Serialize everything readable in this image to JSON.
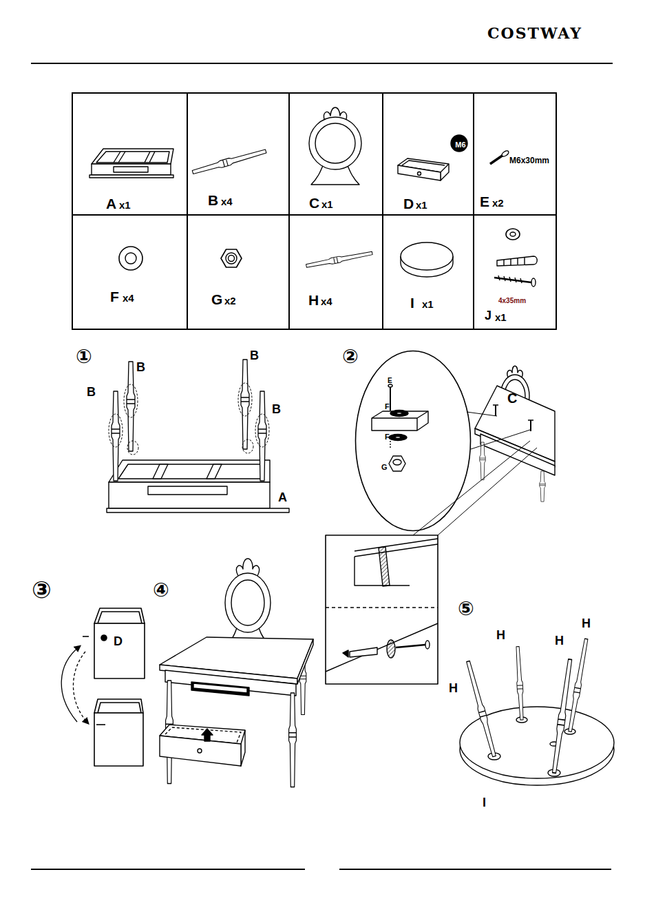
{
  "diagram": {
    "nodes": [
      {
        "text": [
          "A",
          "x1"
        ]
      },
      {
        "text": [
          "B",
          "x4"
        ]
      },
      {
        "text": [
          "C",
          "x1"
        ]
      },
      {
        "text": [
          "D",
          "x1",
          "M6"
        ]
      },
      {
        "text": [
          "E",
          "x2",
          "M6x30mm"
        ]
      },
      {
        "text": [
          "F",
          "x4"
        ]
      },
      {
        "text": [
          "G",
          "x2"
        ]
      },
      {
        "text": [
          "H",
          "x4"
        ]
      },
      {
        "text": [
          "I",
          "x1"
        ]
      },
      {
        "text": [
          "4x35mm",
          "J",
          "x1"
        ]
      },
      {
        "text": [
          "E",
          "F",
          "F",
          "G"
        ]
      }
    ],
    "labels": [
      "COSTWAY",
      "①",
      "B",
      "B",
      "B",
      "B",
      "A",
      "②",
      "C",
      "③",
      "D",
      "④",
      "⑤",
      "H",
      "H",
      "H",
      "H",
      "I"
    ]
  }
}
